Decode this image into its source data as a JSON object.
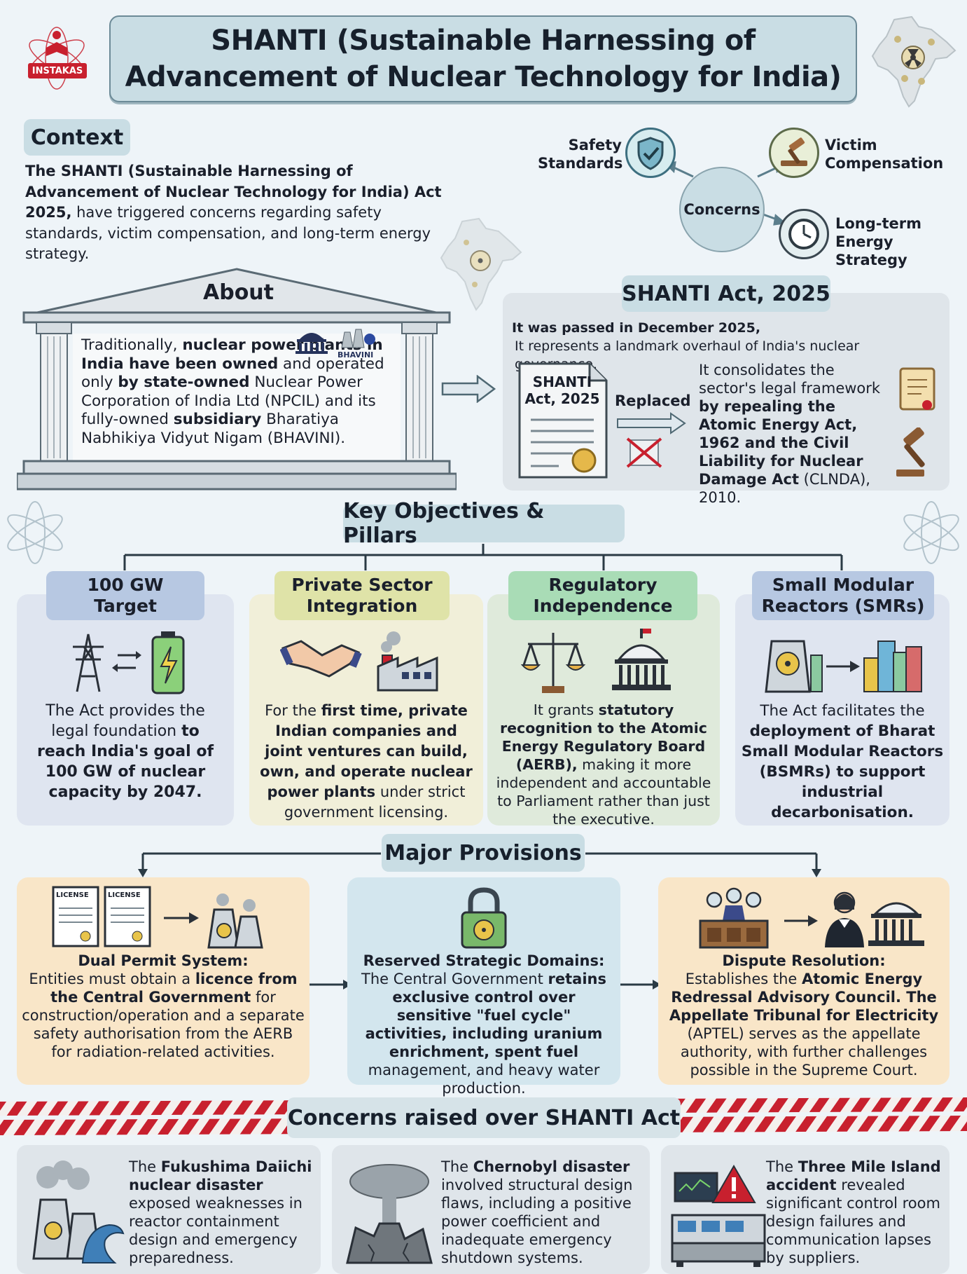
{
  "header": {
    "logo_text": "INSTAKAS",
    "title_line1": "SHANTI (Sustainable Harnessing of",
    "title_line2": "Advancement of Nuclear Technology for India)"
  },
  "context": {
    "label": "Context",
    "bold": "The SHANTI (Sustainable Harnessing of Advancement of Nuclear Technology for India) Act 2025,",
    "rest": " have triggered concerns regarding safety standards, victim compensation, and long-term energy strategy."
  },
  "concerns_diagram": {
    "hub": "Concerns",
    "safety_l1": "Safety",
    "safety_l2": "Standards",
    "victim_l1": "Victim",
    "victim_l2": "Compensation",
    "longterm_l1": "Long-term",
    "longterm_l2": "Energy Strategy"
  },
  "about": {
    "label": "About",
    "seg1": "Traditionally, ",
    "seg2": "nuclear power plants in India have been owned",
    "seg3": " and operated only ",
    "seg4": "by state-owned",
    "seg5": " Nuclear Power Corporation of India Ltd (NPCIL) and its fully-owned ",
    "seg6": "subsidiary",
    "seg7": " Bharatiya Nabhikiya Vidyut Nigam (BHAVINI).",
    "bhavini_logo": "BHAVINI"
  },
  "act": {
    "label": "SHANTI Act, 2025",
    "passed_l1": "It was passed in December 2025,",
    "passed_l2": "It represents a landmark overhaul of India's nuclear governance.",
    "doc_l1": "SHANTI",
    "doc_l2": "Act, 2025",
    "replaced": "Replaced",
    "consol_seg1": "It consolidates the sector's legal framework ",
    "consol_seg2": "by repealing the Atomic Energy Act, 1962 and the Civil Liability for Nuclear Damage Act",
    "consol_seg3": " (CLNDA), 2010."
  },
  "objectives": {
    "label": "Key Objectives & Pillars",
    "items": [
      {
        "head_l1": "100 GW",
        "head_l2": "Target",
        "seg1": "The Act provides the legal foundation ",
        "seg2": "to reach India's goal of 100 GW of nuclear capacity by 2047.",
        "seg3": ""
      },
      {
        "head_l1": "Private Sector",
        "head_l2": "Integration",
        "seg1": "For the ",
        "seg2": "first time, private Indian companies and joint ventures can build, own, and operate nuclear power plants",
        "seg3": " under strict government licensing."
      },
      {
        "head_l1": "Regulatory",
        "head_l2": "Independence",
        "seg1": "It grants ",
        "seg2": "statutory recognition to the Atomic Energy Regulatory Board (AERB),",
        "seg3": " making it more independent and accountable to Parliament rather than just the executive."
      },
      {
        "head_l1": "Small Modular",
        "head_l2": "Reactors (SMRs)",
        "seg1": "The Act facilitates the ",
        "seg2": "deployment of Bharat Small Modular Reactors (BSMRs) to support industrial decarbonisation.",
        "seg3": ""
      }
    ]
  },
  "provisions": {
    "label": "Major Provisions",
    "license_label": "LICENSE",
    "items": [
      {
        "title": "Dual Permit System:",
        "seg1": "Entities must obtain a ",
        "seg2": "licence from the Central Government",
        "seg3": " for construction/operation and a separate safety authorisation from the AERB for radiation-related activities."
      },
      {
        "title": "Reserved Strategic Domains:",
        "seg1": "The Central Government ",
        "seg2": "retains exclusive control over sensitive \"fuel cycle\" activities, including uranium enrichment, spent fuel",
        "seg3": " management, and heavy water production."
      },
      {
        "title": "Dispute Resolution:",
        "seg1": "Establishes the ",
        "seg2": "Atomic Energy Redressal Advisory Council. The Appellate Tribunal for Electricity",
        "seg3": " (APTEL) serves as the appellate authority, with further challenges possible in the Supreme Court."
      }
    ]
  },
  "concerns_raised": {
    "label": "Concerns raised over SHANTI Act",
    "items": [
      {
        "seg1": "The ",
        "seg2": "Fukushima Daiichi nuclear disaster",
        "seg3": " exposed weaknesses in reactor containment design and emergency preparedness."
      },
      {
        "seg1": "The ",
        "seg2": "Chernobyl disaster",
        "seg3": " involved structural design flaws, including a positive power coefficient and inadequate emergency shutdown systems."
      },
      {
        "seg1": "The ",
        "seg2": "Three Mile Island accident",
        "seg3": " revealed significant control room design failures and communication lapses by suppliers."
      }
    ]
  },
  "colors": {
    "pill": "#c9dde4",
    "card_blue": "#dfe5f0",
    "card_yellow": "#f1efd9",
    "card_green": "#dfeadb",
    "card_orange": "#f9e6c8",
    "card_cyan": "#d3e6ee",
    "tape_red": "#c8202e"
  }
}
